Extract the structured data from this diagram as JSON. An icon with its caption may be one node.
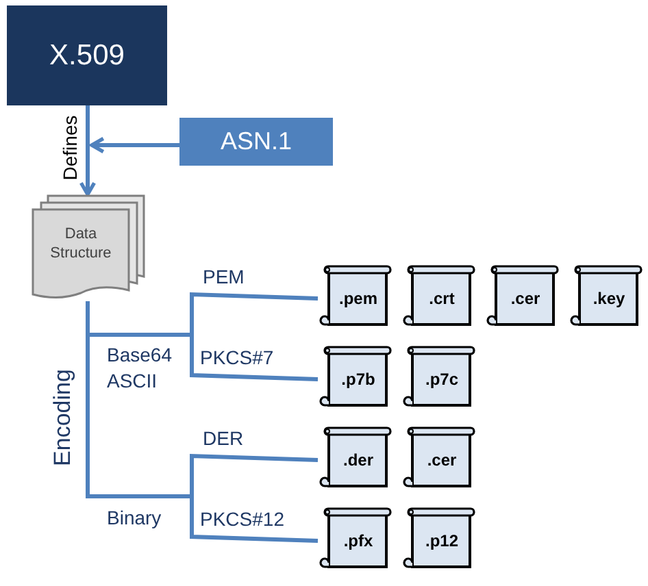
{
  "diagram": {
    "nodes": [
      {
        "text": [
          "X.509"
        ]
      },
      {
        "text": [
          "ASN.1"
        ]
      },
      {
        "text": [
          "Data Structure"
        ]
      },
      {
        "text": [
          ".pem"
        ]
      },
      {
        "text": [
          ".crt"
        ]
      },
      {
        "text": [
          ".cer"
        ]
      },
      {
        "text": [
          ".key"
        ]
      },
      {
        "text": [
          ".p7b"
        ]
      },
      {
        "text": [
          ".p7c"
        ]
      },
      {
        "text": [
          ".der"
        ]
      },
      {
        "text": [
          ".cer"
        ]
      },
      {
        "text": [
          ".pfx"
        ]
      },
      {
        "text": [
          ".p12"
        ]
      }
    ],
    "edges": [
      {
        "from": 0,
        "to": 2,
        "arrow": "to",
        "label": "Defines"
      },
      {
        "from": 1,
        "to": 0,
        "arrow": "to"
      },
      {
        "from": 2,
        "to": 3,
        "arrow": "none",
        "label": "PEM"
      },
      {
        "from": 2,
        "to": 7,
        "arrow": "none",
        "label": "PKCS#7"
      },
      {
        "from": 2,
        "to": 9,
        "arrow": "none",
        "label": "DER"
      },
      {
        "from": 2,
        "to": 11,
        "arrow": "none",
        "label": "PKCS#12"
      }
    ],
    "labels": [
      "Base64 ASCII",
      "Binary",
      "Encoding"
    ]
  }
}
